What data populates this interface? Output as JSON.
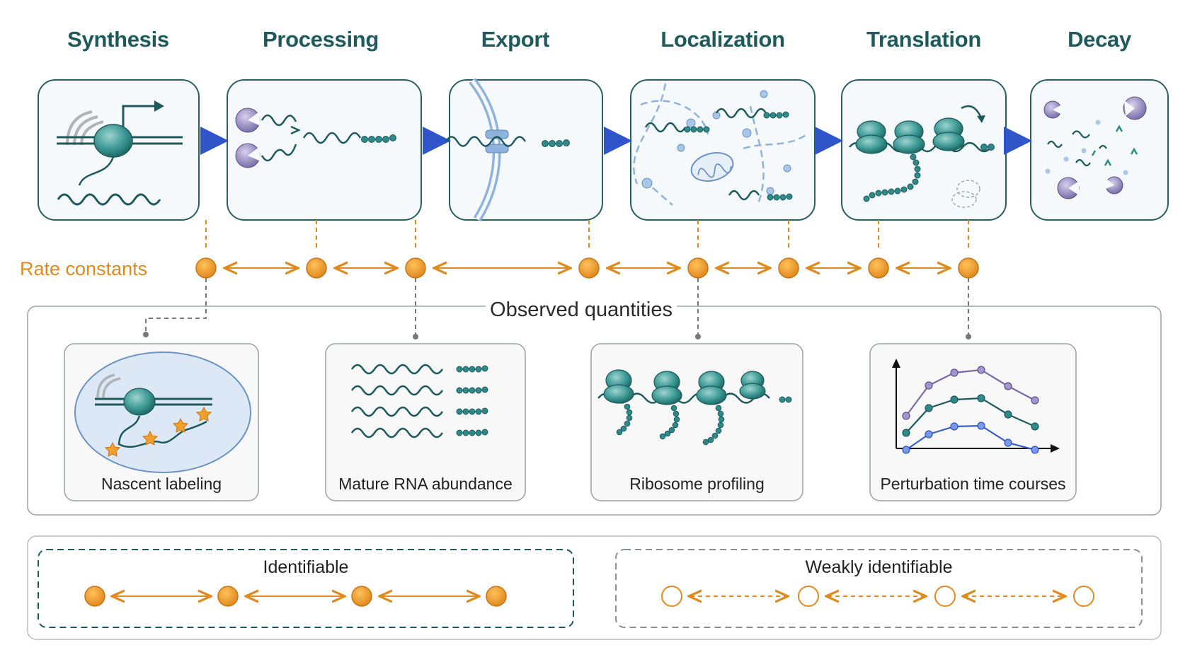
{
  "stages": [
    {
      "id": "synthesis",
      "title": "Synthesis"
    },
    {
      "id": "processing",
      "title": "Processing"
    },
    {
      "id": "export",
      "title": "Export"
    },
    {
      "id": "localization",
      "title": "Localization"
    },
    {
      "id": "translation",
      "title": "Translation"
    },
    {
      "id": "decay",
      "title": "Decay"
    }
  ],
  "rate_constants": {
    "label": "Rate constants",
    "node_count": 8
  },
  "observed": {
    "title": "Observed quantities",
    "panels": [
      {
        "id": "nascent",
        "label": "Nascent labeling"
      },
      {
        "id": "mature",
        "label": "Mature RNA abundance"
      },
      {
        "id": "ribosome",
        "label": "Ribosome profiling"
      },
      {
        "id": "perturbation",
        "label": "Perturbation time courses"
      }
    ]
  },
  "legend": {
    "identifiable": {
      "label": "Identifiable",
      "node_count": 4
    },
    "weakly_identifiable": {
      "label": "Weakly identifiable",
      "node_count": 4
    }
  },
  "colors": {
    "teal_dark": "#1e5a5c",
    "teal": "#2d8a88",
    "blue_arrow": "#2f55c9",
    "orange": "#e08a1e",
    "orange_fill": "#f2a02c",
    "purple": "#8a7fb8",
    "gray_border": "#9aa0a4"
  },
  "icons": [
    "rna-polymerase-icon",
    "spliceosome-icon",
    "nuclear-pore-icon",
    "mitochondrion-icon",
    "ribosome-icon",
    "exonuclease-icon",
    "star-label-icon",
    "line-chart-icon"
  ]
}
